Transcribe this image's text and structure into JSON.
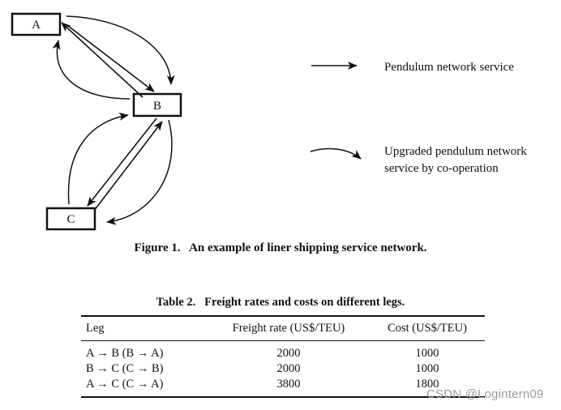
{
  "figure": {
    "nodes": {
      "a": "A",
      "b": "B",
      "c": "C"
    },
    "legend": {
      "pendulum": "Pendulum network service",
      "upgraded_line1": "Upgraded pendulum network",
      "upgraded_line2": "service by co-operation"
    },
    "caption": "Figure 1.   An example of liner shipping service network."
  },
  "table": {
    "caption": "Table 2.   Freight rates and costs on different legs.",
    "headers": {
      "leg": "Leg",
      "rate": "Freight rate (US$/TEU)",
      "cost": "Cost (US$/TEU)"
    },
    "rows": [
      {
        "leg": "A → B (B → A)",
        "rate": "2000",
        "cost": "1000"
      },
      {
        "leg": "B → C (C → B)",
        "rate": "2000",
        "cost": "1000"
      },
      {
        "leg": "A → C (C → A)",
        "rate": "3800",
        "cost": "1800"
      }
    ]
  },
  "watermark": "CSDN @Logintern09"
}
